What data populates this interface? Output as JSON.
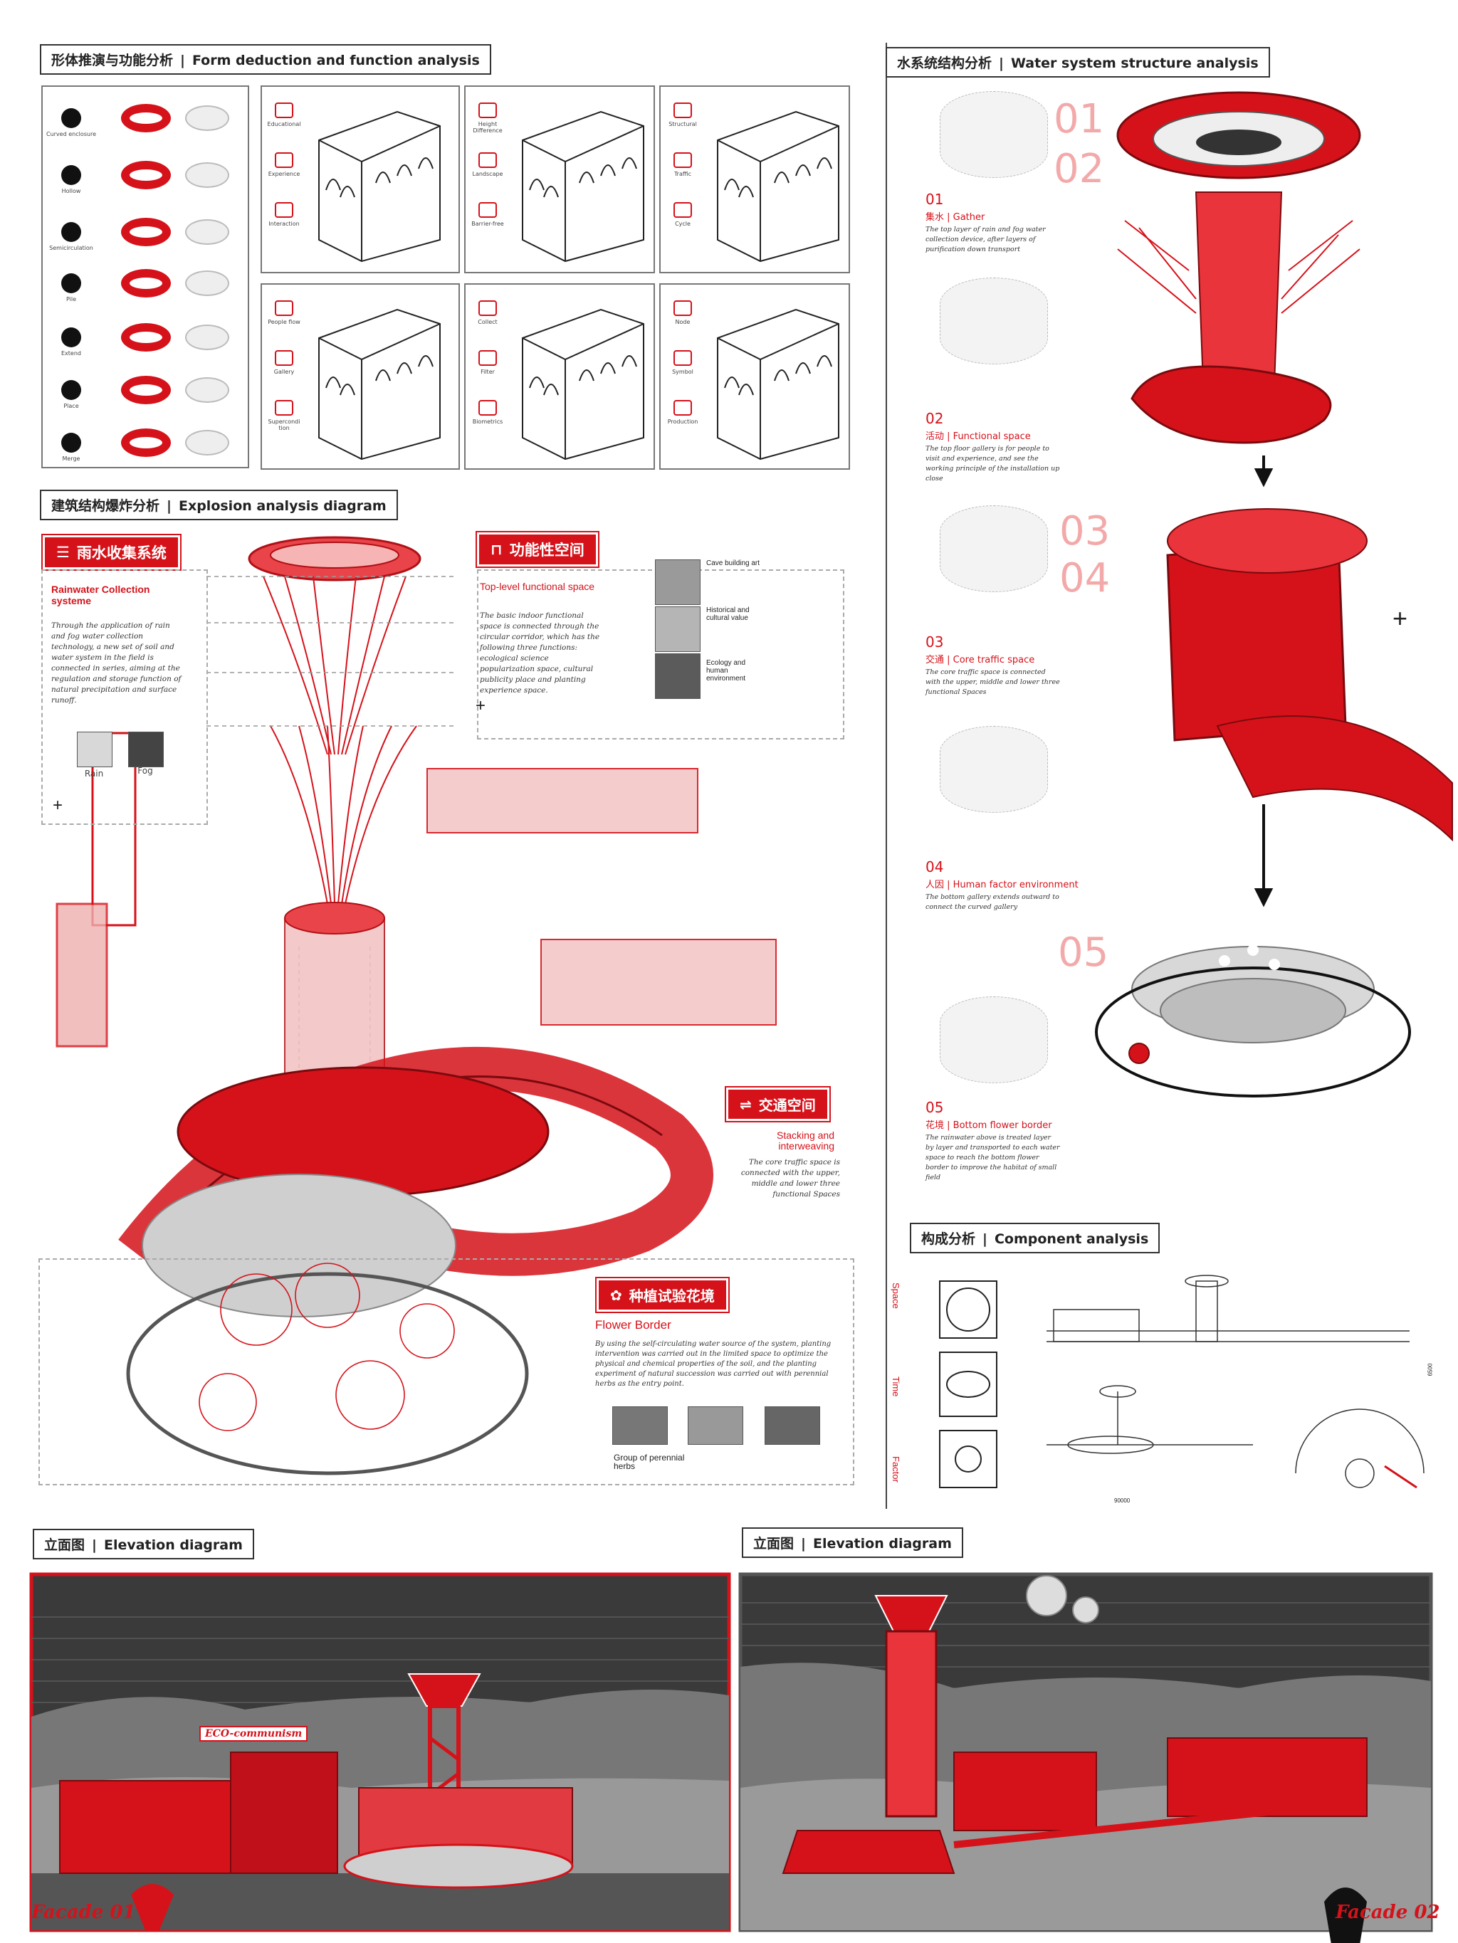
{
  "sections": {
    "form": {
      "cn": "形体推演与功能分析",
      "sep": "|",
      "en": "Form deduction and function analysis"
    },
    "explosion": {
      "cn": "建筑结构爆炸分析",
      "sep": "|",
      "en": "Explosion analysis diagram"
    },
    "water": {
      "cn": "水系统结构分析",
      "sep": "|",
      "en": "Water system structure analysis"
    },
    "component": {
      "cn": "构成分析",
      "sep": "|",
      "en": "Component analysis"
    },
    "elev1": {
      "cn": "立面图",
      "sep": "|",
      "en": "Elevation diagram"
    },
    "elev2": {
      "cn": "立面图",
      "sep": "|",
      "en": "Elevation diagram"
    }
  },
  "form_steps": [
    "Curved enclosure",
    "Hollow",
    "Semicirculation",
    "Pile",
    "Extend",
    "Place",
    "Merge"
  ],
  "function_panels": [
    {
      "labels": [
        "Educational",
        "Experience",
        "Interaction"
      ]
    },
    {
      "labels": [
        "Height Difference",
        "Landscape",
        "Barrier-free"
      ]
    },
    {
      "labels": [
        "Structural",
        "Traffic",
        "Cycle"
      ]
    },
    {
      "labels": [
        "People flow",
        "Gallery",
        "Supercondi tion"
      ]
    },
    {
      "labels": [
        "Collect",
        "Filter",
        "Biometrics"
      ]
    },
    {
      "labels": [
        "Node",
        "Symbol",
        "Production"
      ]
    }
  ],
  "rainwater": {
    "tag": "雨水收集系统",
    "title": "Rainwater Collection systeme",
    "body": "Through the application of rain and fog water collection technology, a new set of soil and water system in the field is connected in series, aiming at the regulation and storage function of natural precipitation and surface runoff.",
    "items": [
      "Rain",
      "Fog"
    ],
    "plus": "+"
  },
  "functional": {
    "tag": "功能性空间",
    "title": "Top-level functional space",
    "body": "The basic indoor functional space is connected through the circular corridor, which has the following three functions: ecological science popularization space, cultural publicity place and planting experience space.",
    "items": [
      "Cave building art",
      "Historical and cultural value",
      "Ecology and human environment"
    ],
    "plus": "+"
  },
  "traffic": {
    "tag": "交通空间",
    "title": "Stacking and interweaving",
    "body": "The core traffic space is connected with the upper, middle and lower three functional Spaces"
  },
  "flower": {
    "tag": "种植试验花境",
    "title": "Flower Border",
    "body": "By using the self-circulating water source of the system, planting intervention was carried out in the limited space to optimize the physical and chemical properties of the soil, and the planting experiment of natural succession was carried out with perennial herbs as the entry point.",
    "caption": "Group of perennial herbs"
  },
  "water_phases": [
    {
      "num": "01",
      "title": "集水 | Gather",
      "body": "The top layer of rain and fog water collection device, after layers of purification down transport"
    },
    {
      "num": "02",
      "title": "活动 | Functional space",
      "body": "The top floor gallery is for people to visit and experience, and see the working principle of the installation up close"
    },
    {
      "num": "03",
      "title": "交通 | Core traffic space",
      "body": "The core traffic space is connected with the upper, middle and lower three functional Spaces"
    },
    {
      "num": "04",
      "title": "人因 | Human factor environment",
      "body": "The bottom gallery extends outward to connect the curved gallery"
    },
    {
      "num": "05",
      "title": "花境 | Bottom flower border",
      "body": "The rainwater above is treated layer by layer and transported to each water space to reach the bottom flower border to improve the habitat of small field"
    }
  ],
  "big_numbers": [
    "01",
    "02",
    "03",
    "04",
    "05"
  ],
  "plus_sign": "+",
  "component_labels": [
    "Space",
    "Time",
    "Factor"
  ],
  "component_dims": {
    "width": "90000",
    "height": "6500"
  },
  "elevation": {
    "eco_label": "ECO-communism",
    "facade1": "Facade 01",
    "facade2": "Facade 02"
  },
  "colors": {
    "accent": "#d5121a",
    "pink": "#f3a9a9",
    "dark": "#3a3a3a"
  }
}
